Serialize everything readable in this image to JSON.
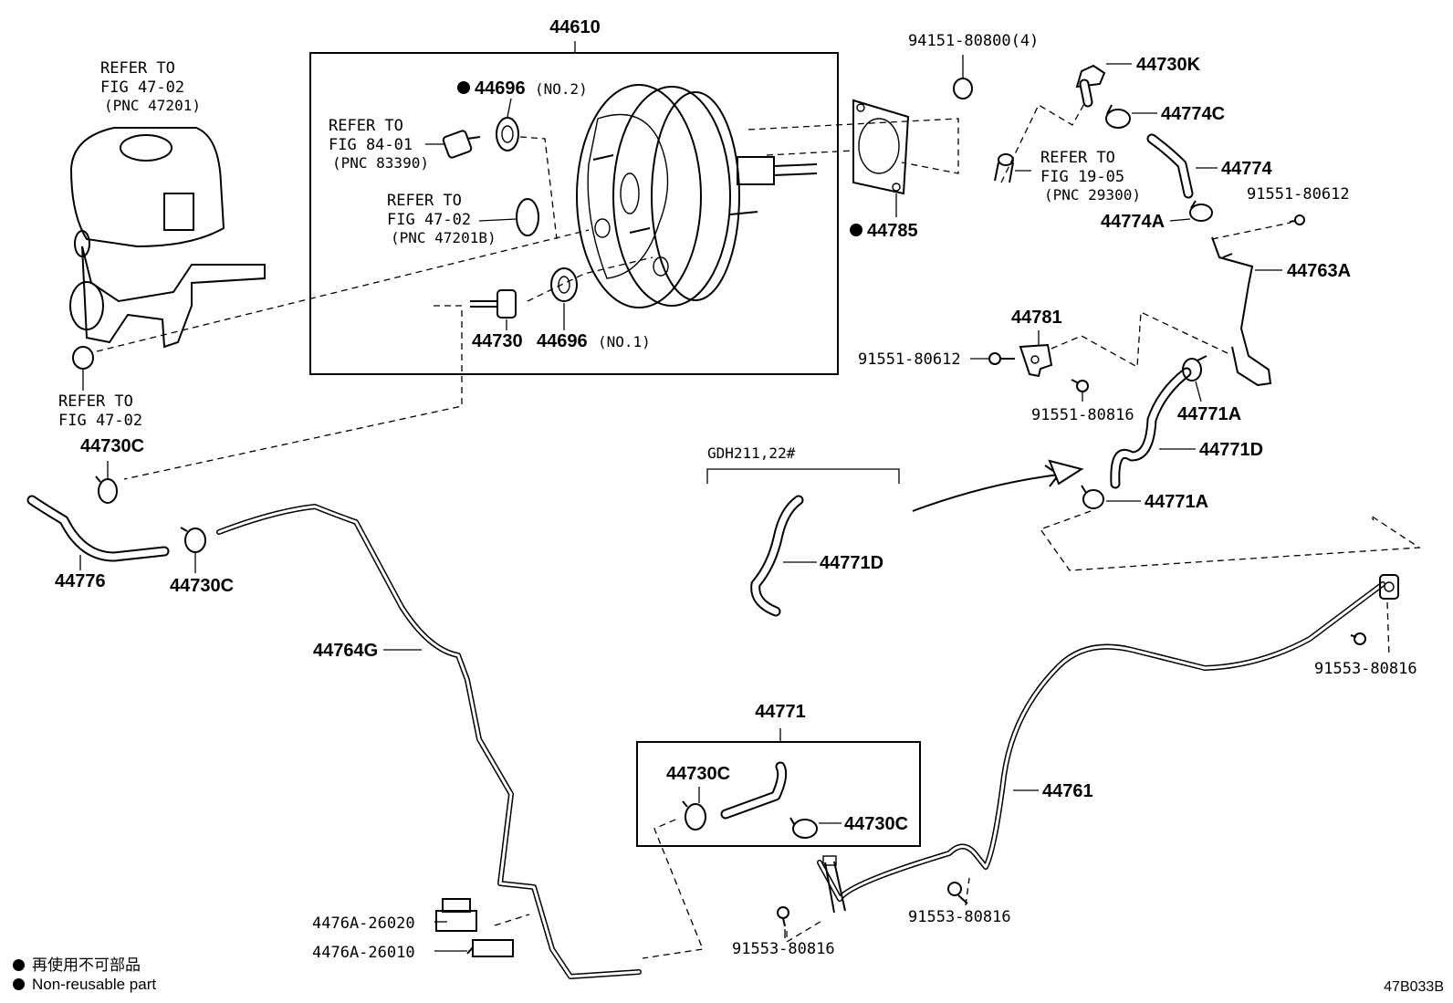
{
  "diagram": {
    "labels": {
      "p44610": "44610",
      "p44696_2": "44696",
      "p44696_2_note": "(NO.2)",
      "p44696_1": "44696",
      "p44696_1_note": "(NO.1)",
      "p44730": "44730",
      "p44785": "44785",
      "p94151": "94151-80800(4)",
      "p44730K": "44730K",
      "p44774C": "44774C",
      "p44774": "44774",
      "p91551_80612a": "91551-80612",
      "p44774A": "44774A",
      "p44763A": "44763A",
      "p44781": "44781",
      "p91551_80612b": "91551-80612",
      "p91551_80816": "91551-80816",
      "p44771A_1": "44771A",
      "p44771D_1": "44771D",
      "p44771A_2": "44771A",
      "gdh": "GDH211,22#",
      "p44771D_2": "44771D",
      "p44730C_1": "44730C",
      "p44776": "44776",
      "p44730C_2": "44730C",
      "p44764G": "44764G",
      "p44771": "44771",
      "p44730C_3": "44730C",
      "p44730C_4": "44730C",
      "p44761": "44761",
      "p91553_a": "91553-80816",
      "p91553_b": "91553-80816",
      "p91553_c": "91553-80816",
      "p4476A_26020": "4476A-26020",
      "p4476A_26010": "4476A-26010"
    },
    "refers": {
      "r1": [
        "REFER TO",
        "FIG 47-02",
        "(PNC 47201)"
      ],
      "r2": [
        "REFER TO",
        "FIG 84-01",
        "(PNC 83390)"
      ],
      "r3": [
        "REFER TO",
        "FIG 47-02",
        "(PNC 47201B)"
      ],
      "r4": [
        "REFER TO",
        "FIG 47-02"
      ],
      "r5": [
        "REFER TO",
        "FIG 19-05",
        "(PNC 29300)"
      ]
    }
  },
  "legend": {
    "jp": "再使用不可部品",
    "en": "Non-reusable part"
  },
  "figure_id": "47B033B"
}
